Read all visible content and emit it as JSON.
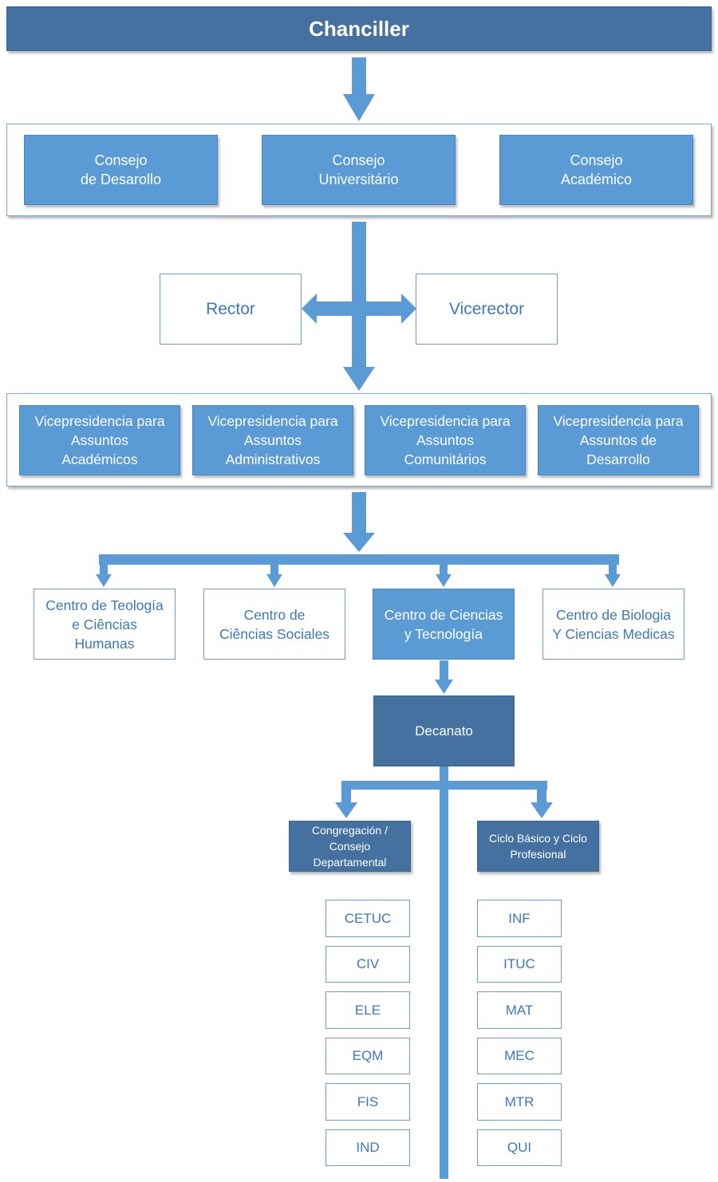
{
  "title": "Chanciller",
  "councils": [
    "Consejo\nde Desarollo",
    "Consejo\nUniversitário",
    "Consejo\nAcadémico"
  ],
  "rector": "Rector",
  "vicerector": "Vicerector",
  "vicepresidencias": [
    "Vicepresidencia para\nAssuntos\nAcadémicos",
    "Vicepresidencia para\nAssuntos\nAdministrativos",
    "Vicepresidencia para\nAssuntos\nComunitários",
    "Vicepresidencia para\nAssuntos de\nDesarrollo"
  ],
  "centros": [
    "Centro de Teología\ne Ciências\nHumanas",
    "Centro de\nCiências Sociales",
    "Centro de Ciencias\ny Tecnología",
    "Centro de  Biologia\nY Ciencias Medicas"
  ],
  "decanato": "Decanato",
  "congregacion": "Congregación /\nConsejo\nDepartamental",
  "ciclo": "Ciclo Básico y Ciclo\nProfesional",
  "departamentos_left": [
    "CETUC",
    "CIV",
    "ELE",
    "EQM",
    "FIS",
    "IND"
  ],
  "departamentos_right": [
    "INF",
    "ITUC",
    "MAT",
    "MEC",
    "MTR",
    "QUI"
  ],
  "colors": {
    "dark": "#44719f",
    "mid": "#5b9bd5",
    "arrow": "#5b9bd5",
    "text_blue": "#3b79b8"
  }
}
